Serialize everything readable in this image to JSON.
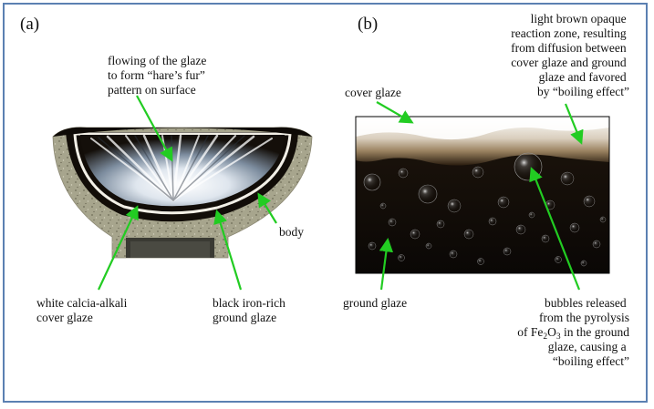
{
  "panels": {
    "a": {
      "label": "(a)",
      "annotations": {
        "flow": [
          "flowing of the glaze",
          "to form “hare’s fur”",
          "pattern on surface"
        ],
        "body": [
          "body"
        ],
        "cover": [
          "white calcia-alkali",
          "cover glaze"
        ],
        "ground": [
          "black iron-rich",
          "ground glaze"
        ]
      }
    },
    "b": {
      "label": "(b)",
      "annotations": {
        "reaction": [
          "light brown opaque",
          "reaction zone, resulting",
          "from diffusion between",
          "cover glaze and ground",
          "glaze and favored",
          "by “boiling effect”"
        ],
        "cover": [
          "cover glaze"
        ],
        "ground": [
          "ground glaze"
        ],
        "bubbles_lines": [
          "bubbles released",
          "from the pyrolysis",
          "glaze, causing a",
          "“boiling effect”"
        ],
        "bubbles_formula": {
          "prefix": "of Fe",
          "sub1": "2",
          "mid": "O",
          "sub2": "3",
          "suffix": " in the ground"
        }
      }
    }
  },
  "colors": {
    "frame": "#5b80b2",
    "arrow": "#22cc22",
    "ground_glaze": "#120d08",
    "cover_glaze": "#ffffff",
    "reaction_zone": "#9c8462",
    "body": "#a7a58d"
  }
}
